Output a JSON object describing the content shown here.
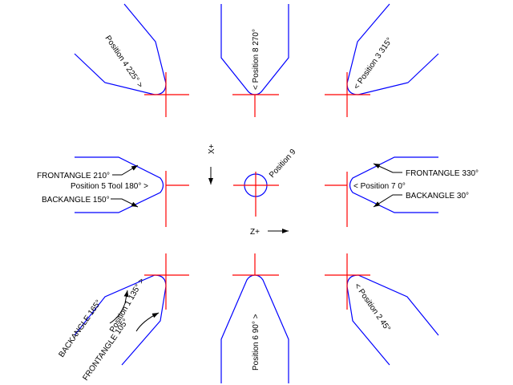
{
  "colors": {
    "tool": "#0000ff",
    "crosshair": "#ff0000",
    "text": "#000000",
    "background": "#ffffff"
  },
  "positions": {
    "p4": "Position 4 225° >",
    "p8": "< Position 8 270°",
    "p3": "< Position 3 315°",
    "p5": "Position 5 Tool 180° >",
    "p9": "Position 9",
    "p7": "< Position 7 0°",
    "p1": "Position 1 135° >",
    "p6": "Position 6 90° >",
    "p2": "< Position 2 45°"
  },
  "angles": {
    "front_210": "FRONTANGLE 210°",
    "back_150": "BACKANGLE 150°",
    "front_330": "FRONTANGLE 330°",
    "back_30": "BACKANGLE 30°",
    "back_165": "BACKANGLE 165°",
    "front_105": "FRONTANGLE 105°"
  },
  "axes": {
    "x": "X+",
    "z": "Z+"
  }
}
